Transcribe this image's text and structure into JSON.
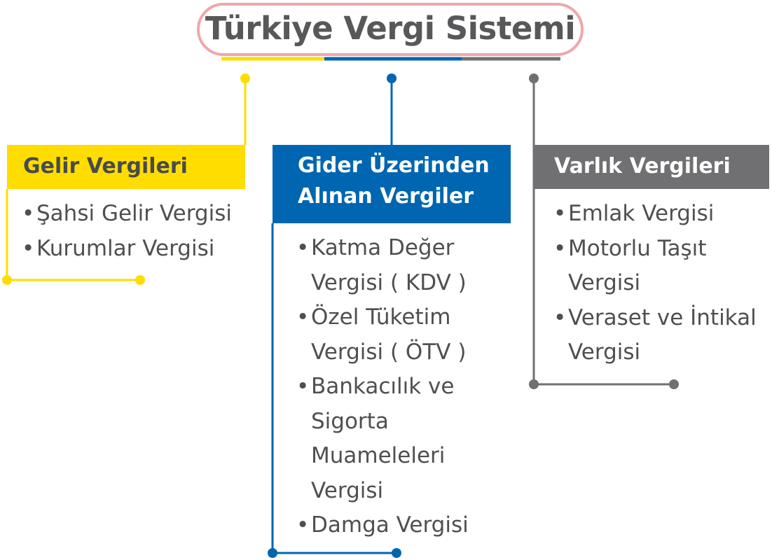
{
  "title": "Türkiye Vergi Sistemi",
  "colors": {
    "title_border": "#efa7ab",
    "title_text": "#58585a",
    "gelir": "#ffdd00",
    "gider": "#0066b1",
    "varlik": "#707073",
    "item_text": "#4f4f51"
  },
  "categories": [
    {
      "id": "gelir",
      "header_lines": [
        "Gelir Vergileri"
      ],
      "items": [
        [
          "Şahsi Gelir Vergisi"
        ],
        [
          "Kurumlar Vergisi"
        ]
      ]
    },
    {
      "id": "gider",
      "header_lines": [
        "Gider Üzerinden",
        "Alınan Vergiler"
      ],
      "items": [
        [
          "Katma Değer",
          "Vergisi ( KDV )"
        ],
        [
          "Özel Tüketim",
          "Vergisi ( ÖTV )"
        ],
        [
          "Bankacılık ve",
          "Sigorta",
          "Muameleleri",
          "Vergisi"
        ],
        [
          "Damga Vergisi"
        ]
      ]
    },
    {
      "id": "varlik",
      "header_lines": [
        "Varlık Vergileri"
      ],
      "items": [
        [
          "Emlak Vergisi"
        ],
        [
          "Motorlu Taşıt",
          "Vergisi"
        ],
        [
          "Veraset ve İntikal",
          "Vergisi"
        ]
      ]
    }
  ]
}
